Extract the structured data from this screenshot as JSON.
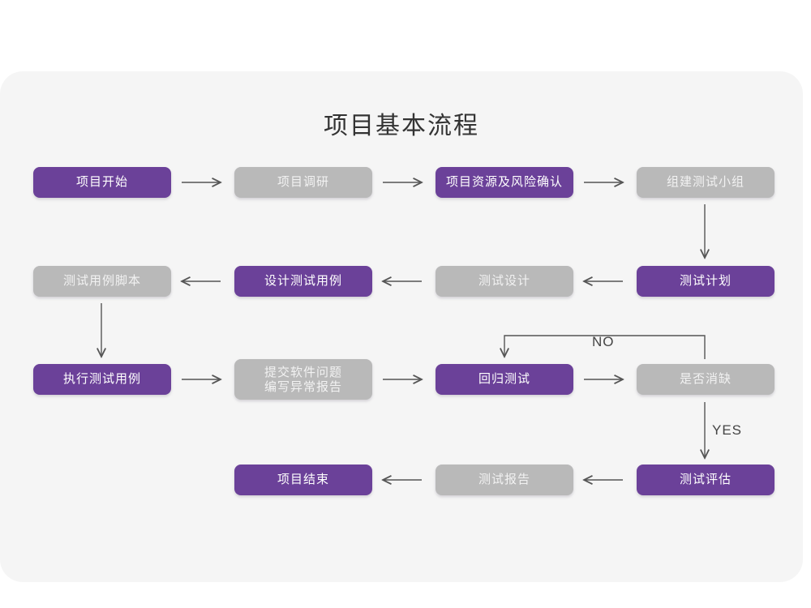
{
  "diagram": {
    "title": "项目基本流程",
    "colors": {
      "panel_bg": "#f5f5f5",
      "page_bg": "#ffffff",
      "accent_purple": "#6b4199",
      "muted_gray": "#b9b9b9",
      "arrow": "#555555",
      "title_text": "#333333"
    },
    "nodes": [
      {
        "id": "n1",
        "label": "项目开始",
        "style": "purple",
        "row": 1,
        "col": 1
      },
      {
        "id": "n2",
        "label": "项目调研",
        "style": "gray",
        "row": 1,
        "col": 2
      },
      {
        "id": "n3",
        "label": "项目资源及风险确认",
        "style": "purple",
        "row": 1,
        "col": 3
      },
      {
        "id": "n4",
        "label": "组建测试小组",
        "style": "gray",
        "row": 1,
        "col": 4
      },
      {
        "id": "n5",
        "label": "测试用例脚本",
        "style": "gray",
        "row": 2,
        "col": 1
      },
      {
        "id": "n6",
        "label": "设计测试用例",
        "style": "purple",
        "row": 2,
        "col": 2
      },
      {
        "id": "n7",
        "label": "测试设计",
        "style": "gray",
        "row": 2,
        "col": 3
      },
      {
        "id": "n8",
        "label": "测试计划",
        "style": "purple",
        "row": 2,
        "col": 4
      },
      {
        "id": "n9",
        "label": "执行测试用例",
        "style": "purple",
        "row": 3,
        "col": 1
      },
      {
        "id": "n10",
        "label_line1": "提交软件问题",
        "label_line2": "编写异常报告",
        "style": "gray",
        "row": 3,
        "col": 2
      },
      {
        "id": "n11",
        "label": "回归测试",
        "style": "purple",
        "row": 3,
        "col": 3
      },
      {
        "id": "n12",
        "label": "是否消缺",
        "style": "gray",
        "row": 3,
        "col": 4
      },
      {
        "id": "n13",
        "label": "项目结束",
        "style": "purple",
        "row": 4,
        "col": 2
      },
      {
        "id": "n14",
        "label": "测试报告",
        "style": "gray",
        "row": 4,
        "col": 3
      },
      {
        "id": "n15",
        "label": "测试评估",
        "style": "purple",
        "row": 4,
        "col": 4
      }
    ],
    "edge_labels": {
      "no": "NO",
      "yes": "YES"
    }
  }
}
